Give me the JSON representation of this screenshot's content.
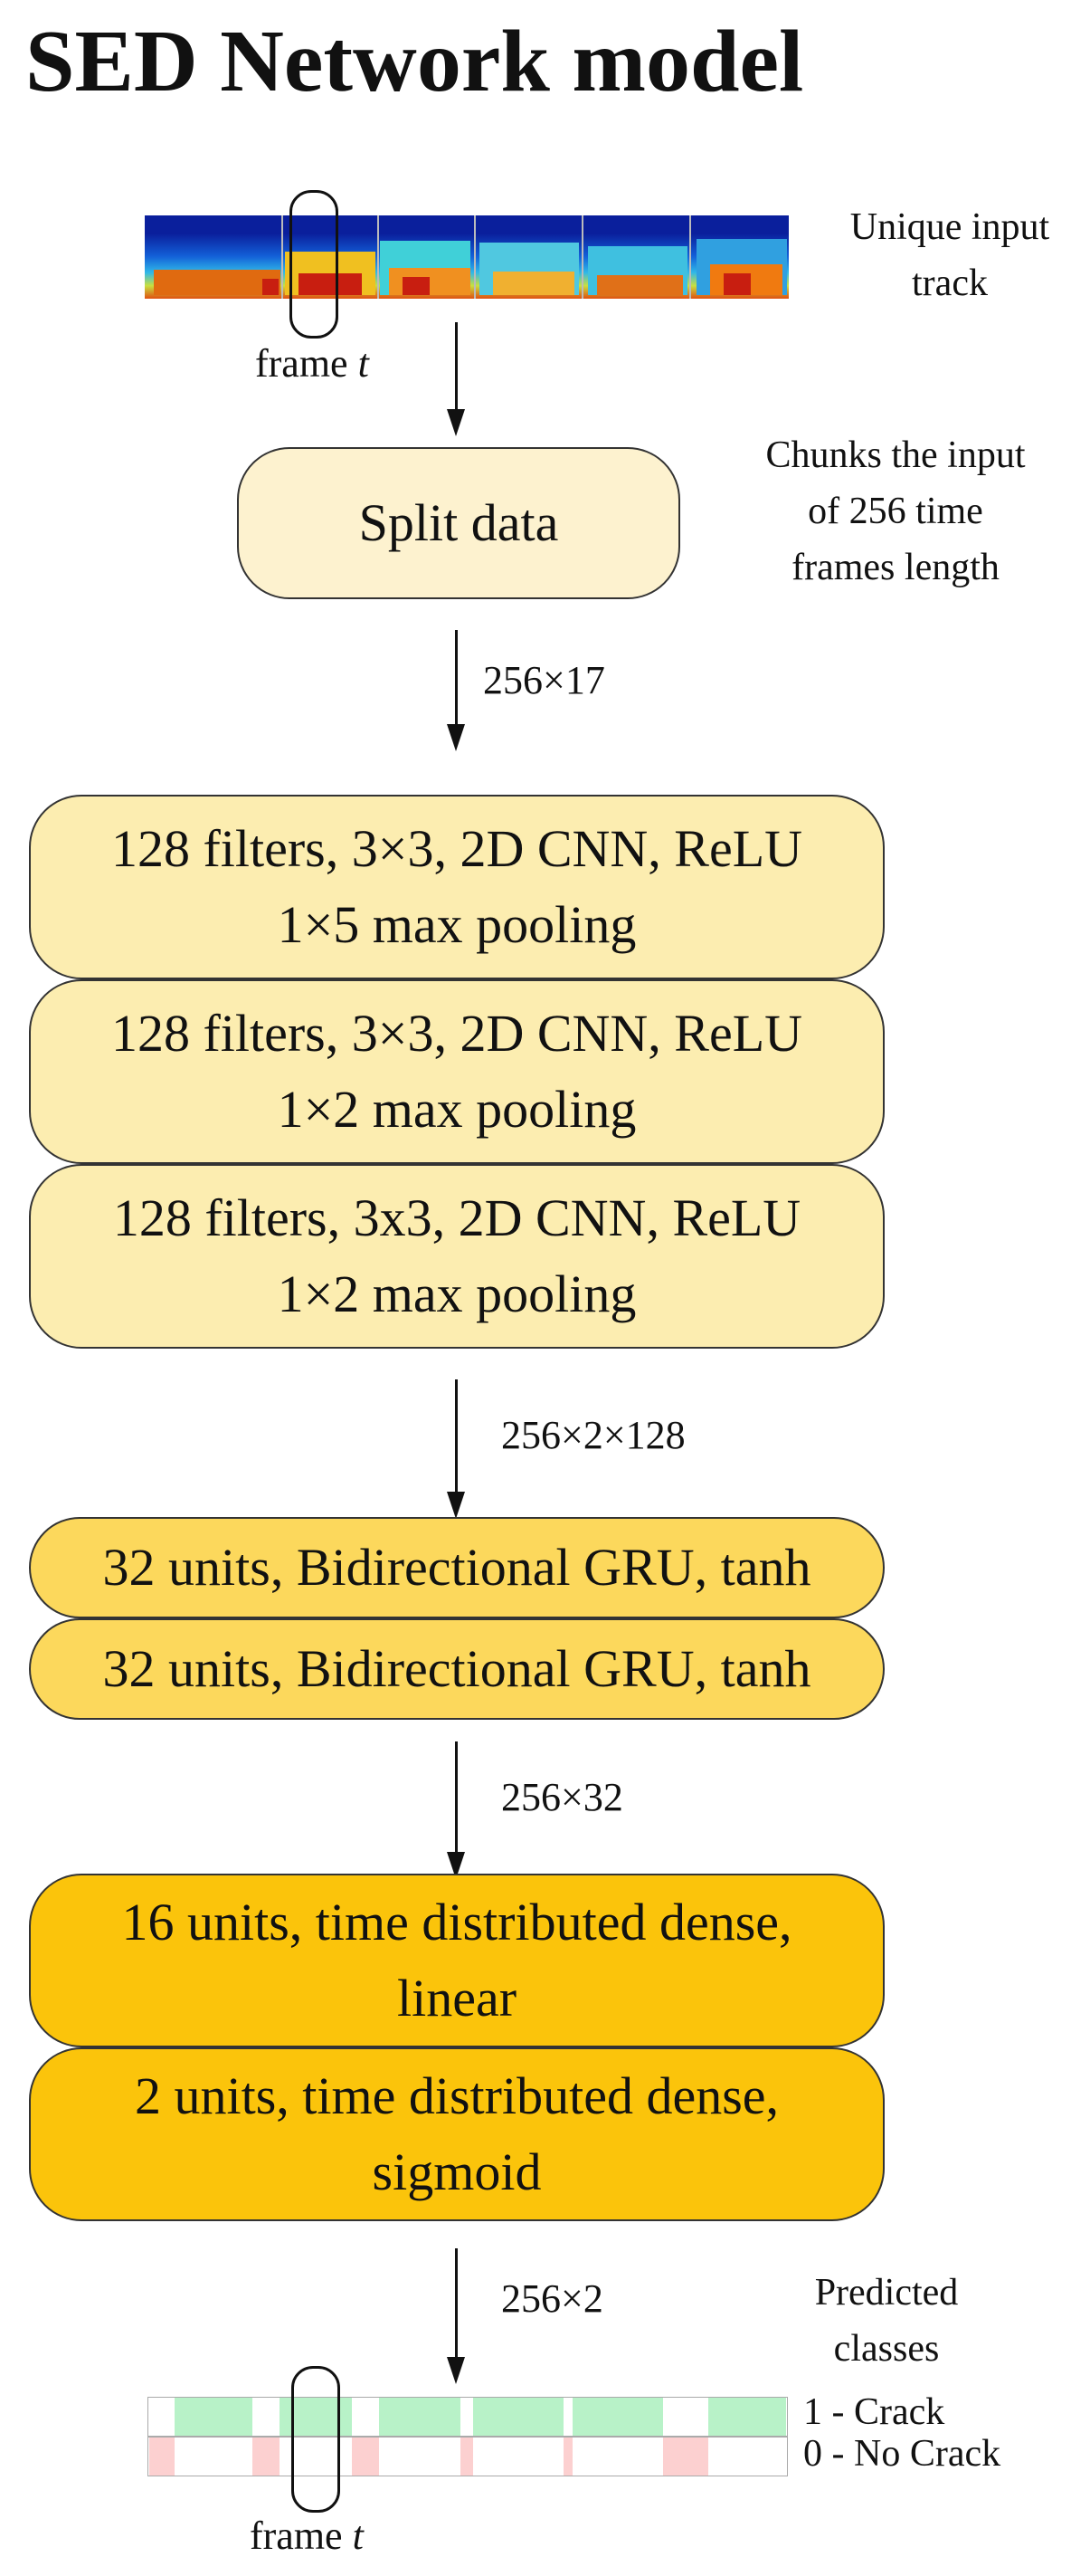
{
  "title": "SED Network model",
  "input": {
    "note_line1": "Unique input",
    "note_line2": "track",
    "frame_label_prefix": "frame ",
    "frame_label_var": "t"
  },
  "split": {
    "label": "Split data",
    "note_line1": "Chunks the input",
    "note_line2": "of 256 time",
    "note_line3": "frames length"
  },
  "dims": {
    "after_split": "256×17",
    "after_cnn": "256×2×128",
    "after_gru": "256×32",
    "after_dense": "256×2"
  },
  "cnn_blocks": [
    {
      "line1": "128 filters, 3×3, 2D CNN, ReLU",
      "line2": "1×5 max pooling"
    },
    {
      "line1": "128 filters, 3×3, 2D CNN, ReLU",
      "line2": "1×2 max pooling"
    },
    {
      "line1": "128 filters, 3x3, 2D CNN, ReLU",
      "line2": "1×2 max pooling"
    }
  ],
  "gru_blocks": [
    {
      "label": "32 units, Bidirectional GRU, tanh"
    },
    {
      "label": "32 units, Bidirectional GRU, tanh"
    }
  ],
  "dense_blocks": [
    {
      "line1": "16 units, time distributed dense,",
      "line2": "linear"
    },
    {
      "line1": "2 units, time distributed dense,",
      "line2": "sigmoid"
    }
  ],
  "output": {
    "note_line1": "Predicted",
    "note_line2": "classes",
    "class_1": "1 - Crack",
    "class_0": "0 - No Crack",
    "frame_label_prefix": "frame ",
    "frame_label_var": "t"
  },
  "colors": {
    "split": "#fdf2cf",
    "cnn": "#fcedb0",
    "gru": "#fcd85c",
    "dense": "#fbc40b",
    "crack": "#b8f2c8",
    "no_crack": "#fcd0d0"
  }
}
